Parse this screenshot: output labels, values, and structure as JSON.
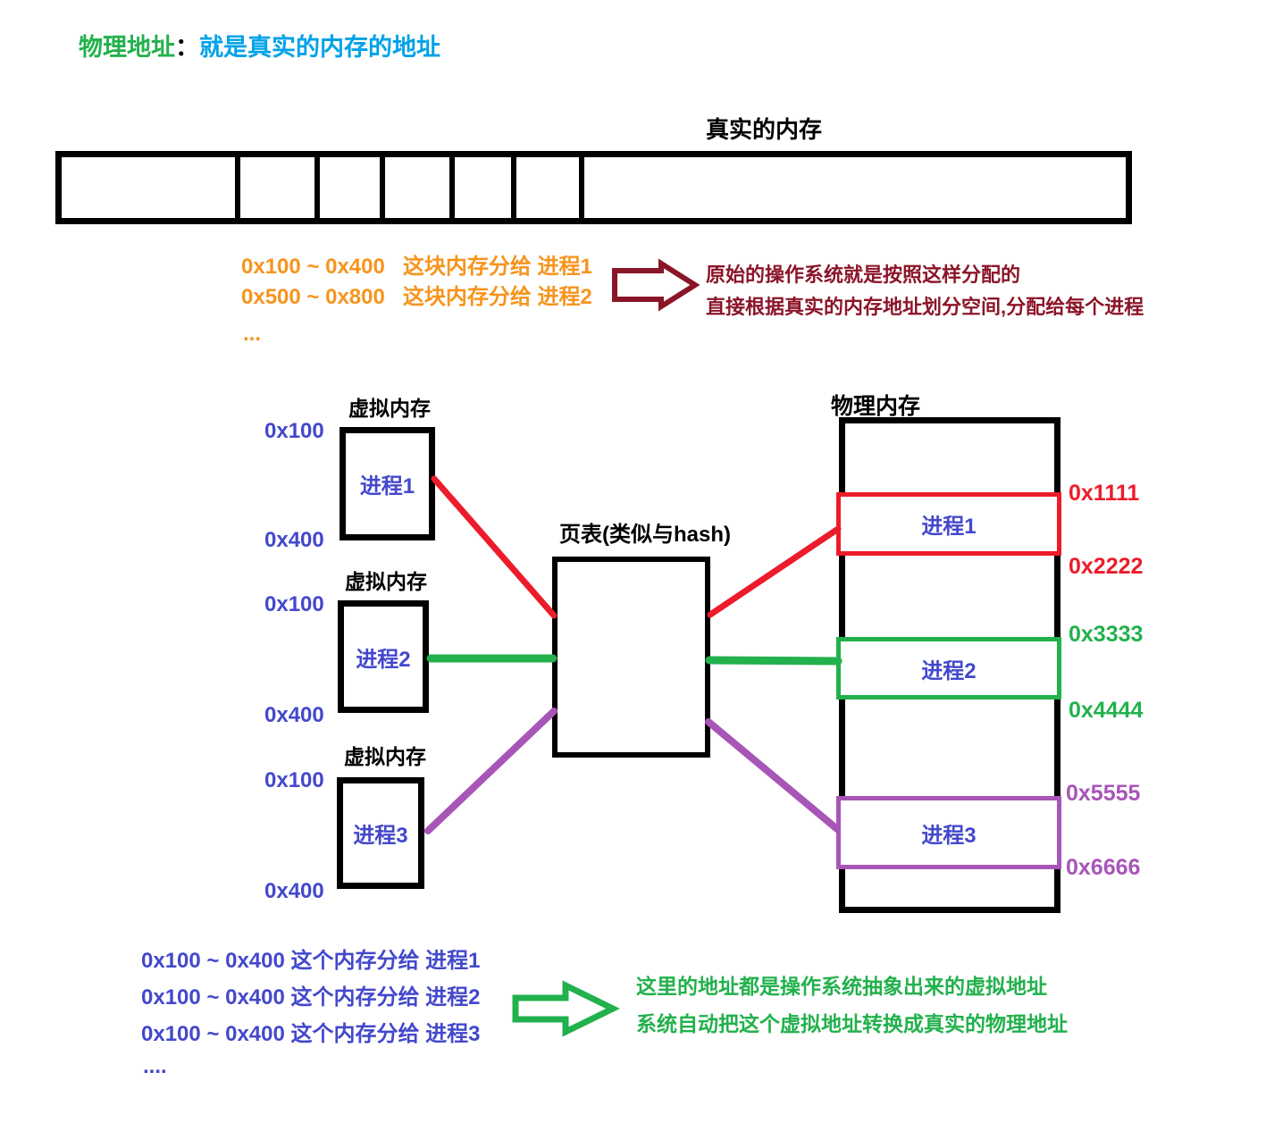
{
  "title": {
    "term": "物理地址",
    "colon": "：",
    "definition": "就是真实的内存的地址"
  },
  "real_memory": {
    "label": "真实的内存"
  },
  "physical_allocation_notes": {
    "line1": "0x100 ~ 0x400   这块内存分给 进程1",
    "line2": "0x500 ~ 0x800   这块内存分给 进程2",
    "ellipsis": "..."
  },
  "legacy_allocation_note": {
    "line1": "原始的操作系统就是按照这样分配的",
    "line2": "直接根据真实的内存地址划分空间,分配给每个进程"
  },
  "virtual_memory_boxes": [
    {
      "title": "虚拟内存",
      "start_addr": "0x100",
      "end_addr": "0x400",
      "process": "进程1"
    },
    {
      "title": "虚拟内存",
      "start_addr": "0x100",
      "end_addr": "0x400",
      "process": "进程2"
    },
    {
      "title": "虚拟内存",
      "start_addr": "0x100",
      "end_addr": "0x400",
      "process": "进程3"
    }
  ],
  "page_table": {
    "label": "页表(类似与hash)"
  },
  "physical_memory": {
    "label": "物理内存",
    "segments": [
      {
        "process": "进程1",
        "start_addr": "0x1111",
        "end_addr": "0x2222",
        "color": "#ec1c2b"
      },
      {
        "process": "进程2",
        "start_addr": "0x3333",
        "end_addr": "0x4444",
        "color": "#22b14c"
      },
      {
        "process": "进程3",
        "start_addr": "0x5555",
        "end_addr": "0x6666",
        "color": "#a855b8"
      }
    ]
  },
  "virtual_allocation_notes": {
    "line1": "0x100 ~ 0x400 这个内存分给 进程1",
    "line2": "0x100 ~ 0x400 这个内存分给 进程2",
    "line3": "0x100 ~ 0x400 这个内存分给 进程3",
    "ellipsis": "...."
  },
  "virtual_address_note": {
    "line1": "这里的地址都是操作系统抽象出来的虚拟地址",
    "line2": "系统自动把这个虚拟地址转换成真实的物理地址"
  },
  "colors": {
    "title_term_green": "#22b14c",
    "title_definition_cyan": "#00a2e8",
    "orange": "#f7941d",
    "dark_red": "#8b1528",
    "blue": "#4348cc",
    "red": "#ec1c2b",
    "green": "#22b14c",
    "purple": "#a855b8"
  }
}
